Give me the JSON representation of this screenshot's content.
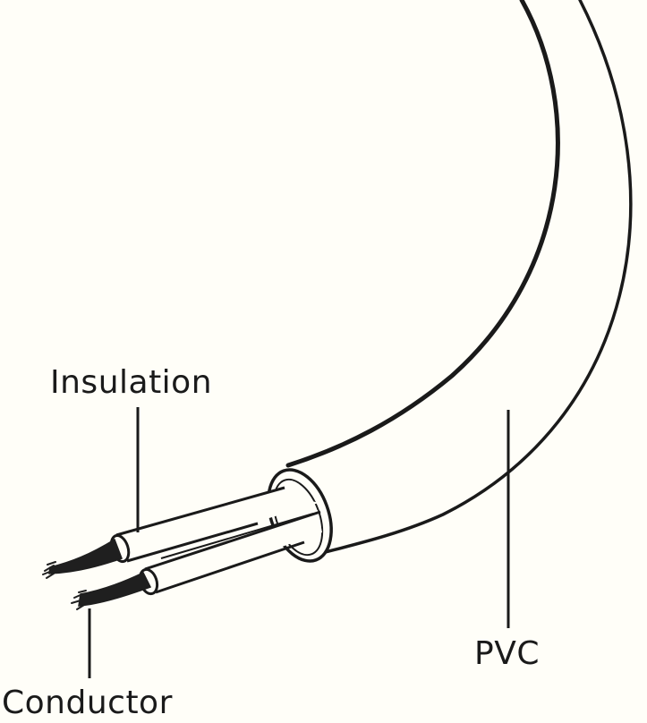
{
  "diagram": {
    "labels": {
      "insulation": "Insulation",
      "conductor": "Conductor",
      "pvc": "PVC"
    }
  },
  "colors": {
    "background": "#fffef8",
    "stroke": "#1a1a1a",
    "conductor_fill": "#1f1f1f"
  }
}
